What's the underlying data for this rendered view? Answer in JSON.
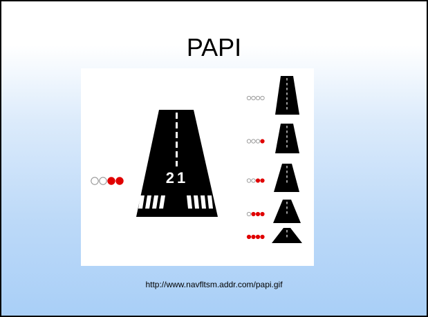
{
  "slide": {
    "title": "PAPI",
    "caption": "http://www.navfltsm.addr.com/papi.gif"
  },
  "figure": {
    "runway_number": "21",
    "colors": {
      "white_light": "#ffffff",
      "red_light": "#e00000",
      "runway": "#000000",
      "marking": "#ffffff"
    },
    "main_indicator": {
      "lights": [
        "white",
        "white",
        "red",
        "red"
      ]
    },
    "variants": [
      {
        "lights": [
          "white",
          "white",
          "white",
          "white"
        ]
      },
      {
        "lights": [
          "white",
          "white",
          "white",
          "red"
        ]
      },
      {
        "lights": [
          "white",
          "white",
          "red",
          "red"
        ]
      },
      {
        "lights": [
          "white",
          "red",
          "red",
          "red"
        ]
      },
      {
        "lights": [
          "red",
          "red",
          "red",
          "red"
        ]
      }
    ]
  }
}
